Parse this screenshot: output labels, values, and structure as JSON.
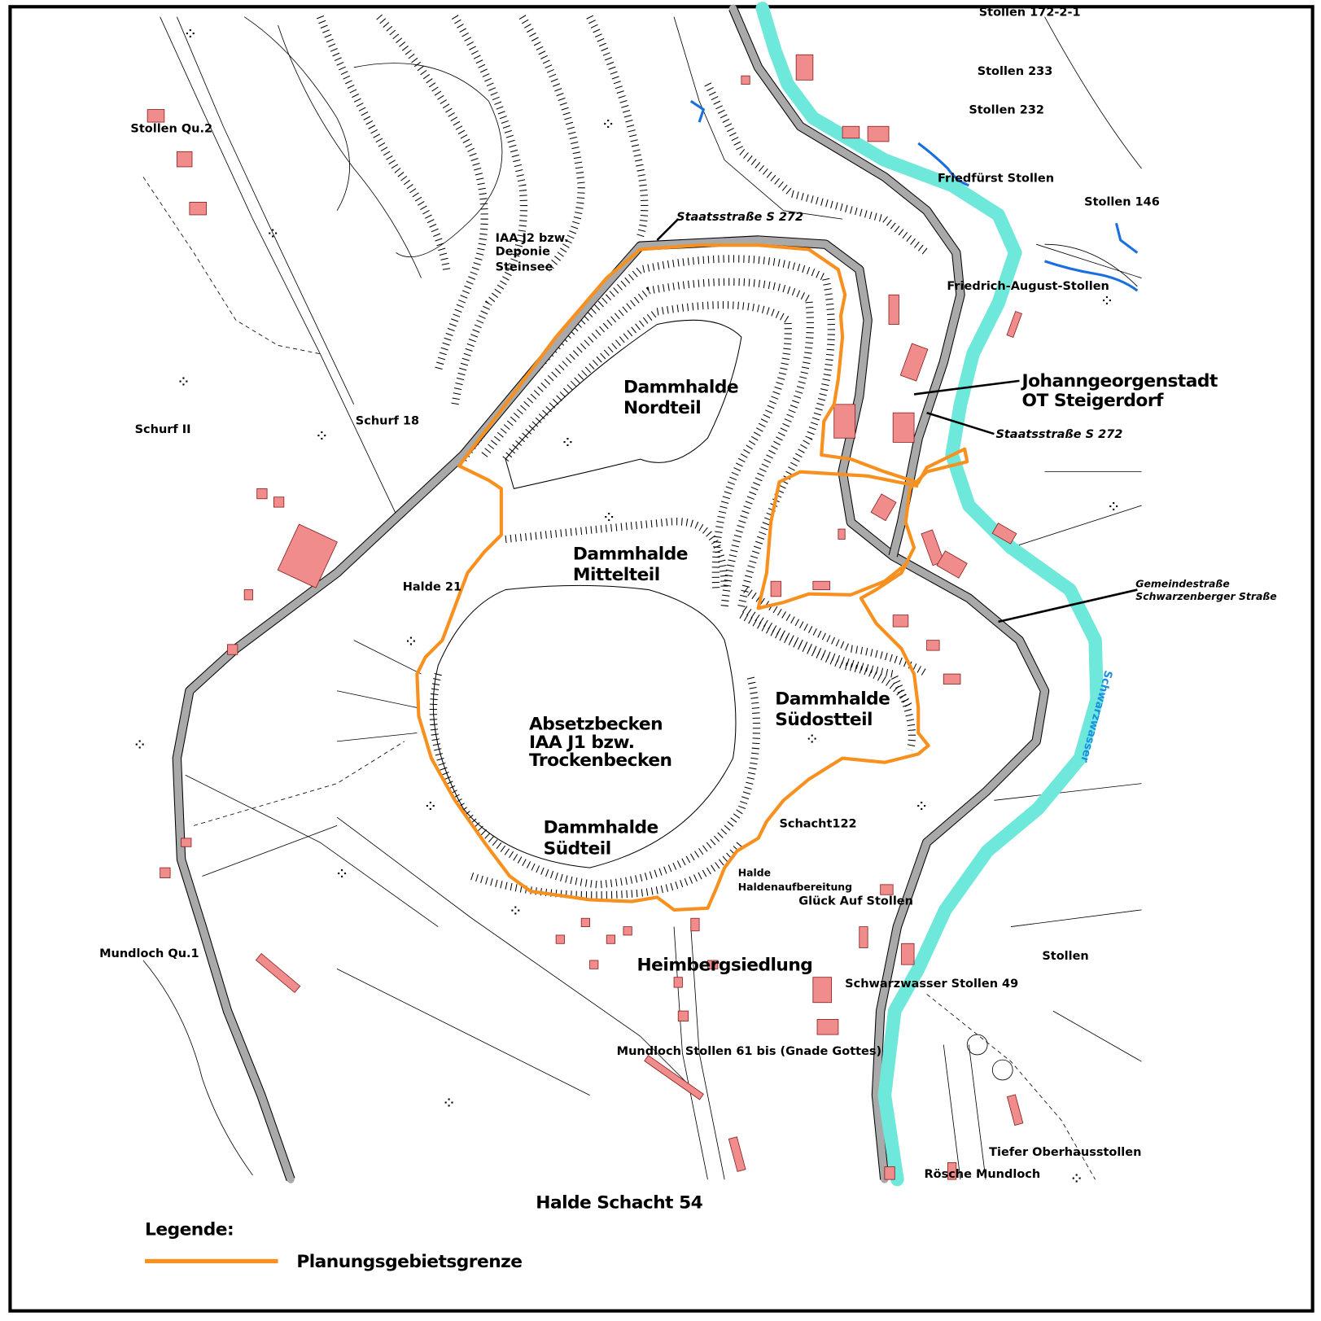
{
  "map": {
    "title": "Halde Schacht 54",
    "labels": {
      "stollen_172": "Stollen 172-2-1",
      "stollen_233": "Stollen 233",
      "stollen_232": "Stollen 232",
      "friedfuerst": "Friedfürst Stollen",
      "stollen_146": "Stollen 146",
      "friedrich_august": "Friedrich-August-Stollen",
      "stollen_qu2": "Stollen Qu.2",
      "staatsstrasse_top": "Staatsstraße S 272",
      "iaa_j2_1": "IAA J2 bzw.",
      "iaa_j2_2": "Deponie",
      "iaa_j2_3": "Steinsee",
      "nordteil_1": "Dammhalde",
      "nordteil_2": "Nordteil",
      "town_1": "Johanngeorgenstadt",
      "town_2": "OT Steigerdorf",
      "staatsstrasse_right": "Staatsstraße S 272",
      "schurf_ii": "Schurf II",
      "schurf_18": "Schurf 18",
      "mittelteil_1": "Dammhalde",
      "mittelteil_2": "Mittelteil",
      "halde_21": "Halde 21",
      "gemeindestrasse_1": "Gemeindestraße",
      "gemeindestrasse_2": "Schwarzenberger Straße",
      "suedost_1": "Dammhalde",
      "suedost_2": "Südostteil",
      "absetz_1": "Absetzbecken",
      "absetz_2": "IAA J1 bzw.",
      "absetz_3": "Trockenbecken",
      "river": "Schwarzwasser",
      "suedteil_1": "Dammhalde",
      "suedteil_2": "Südteil",
      "schacht_122": "Schacht122",
      "halde_1": "Halde",
      "halde_2": "Haldenaufbereitung",
      "glueck_auf": "Glück Auf Stollen",
      "mundloch_qu1": "Mundloch Qu.1",
      "heimbergsiedlung": "Heimbergsiedlung",
      "stollen": "Stollen",
      "schwarzwasser_49": "Schwarzwasser Stollen 49",
      "mundloch_61": "Mundloch Stollen 61 bis (Gnade Gottes)",
      "tiefer_oberhaus": "Tiefer Oberhausstollen",
      "roesche": "Rösche Mundloch"
    }
  },
  "legend": {
    "heading": "Legende:",
    "items": [
      {
        "label": "Planungsgebietsgrenze",
        "color": "#f7901e"
      }
    ]
  },
  "colors": {
    "boundary": "#f7901e",
    "river": "#6fe8dc",
    "stream": "#1a6fe0",
    "road": "#a9a9a9",
    "building": "#f08c8c"
  }
}
